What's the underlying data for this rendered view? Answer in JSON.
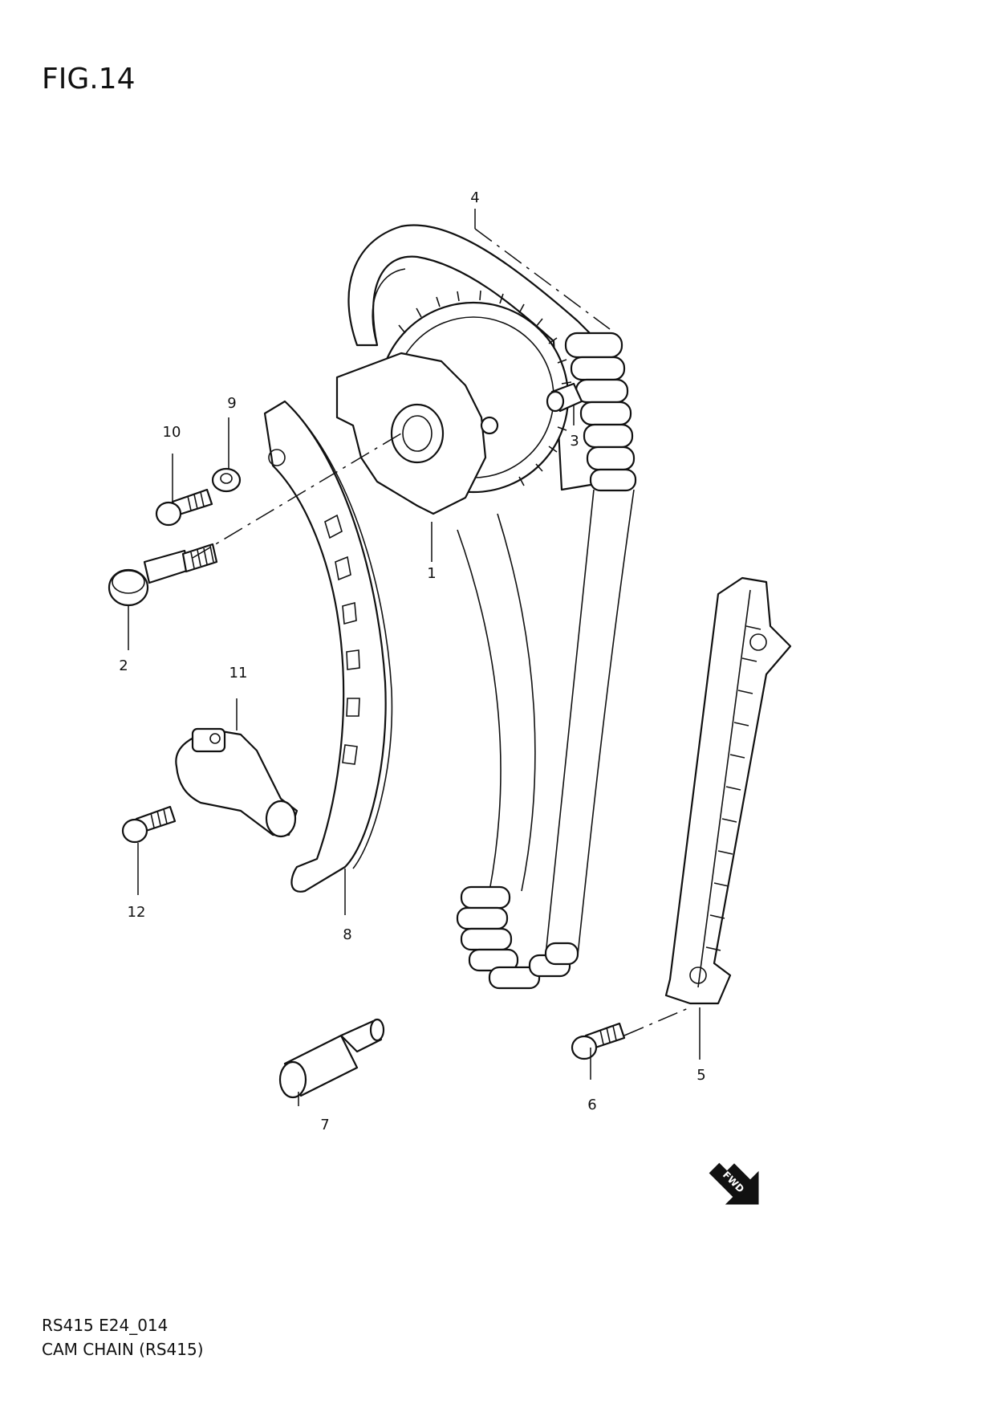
{
  "figure": {
    "title": "FIG.14"
  },
  "footer": {
    "code": "RS415 E24_014",
    "name": "CAM CHAIN (RS415)"
  },
  "fwd_label": "FWD",
  "callouts": [
    {
      "id": "1",
      "label": "1"
    },
    {
      "id": "2",
      "label": "2"
    },
    {
      "id": "3",
      "label": "3"
    },
    {
      "id": "4",
      "label": "4"
    },
    {
      "id": "5",
      "label": "5"
    },
    {
      "id": "6",
      "label": "6"
    },
    {
      "id": "7",
      "label": "7"
    },
    {
      "id": "8",
      "label": "8"
    },
    {
      "id": "9",
      "label": "9"
    },
    {
      "id": "10",
      "label": "10"
    },
    {
      "id": "11",
      "label": "11"
    },
    {
      "id": "12",
      "label": "12"
    }
  ]
}
